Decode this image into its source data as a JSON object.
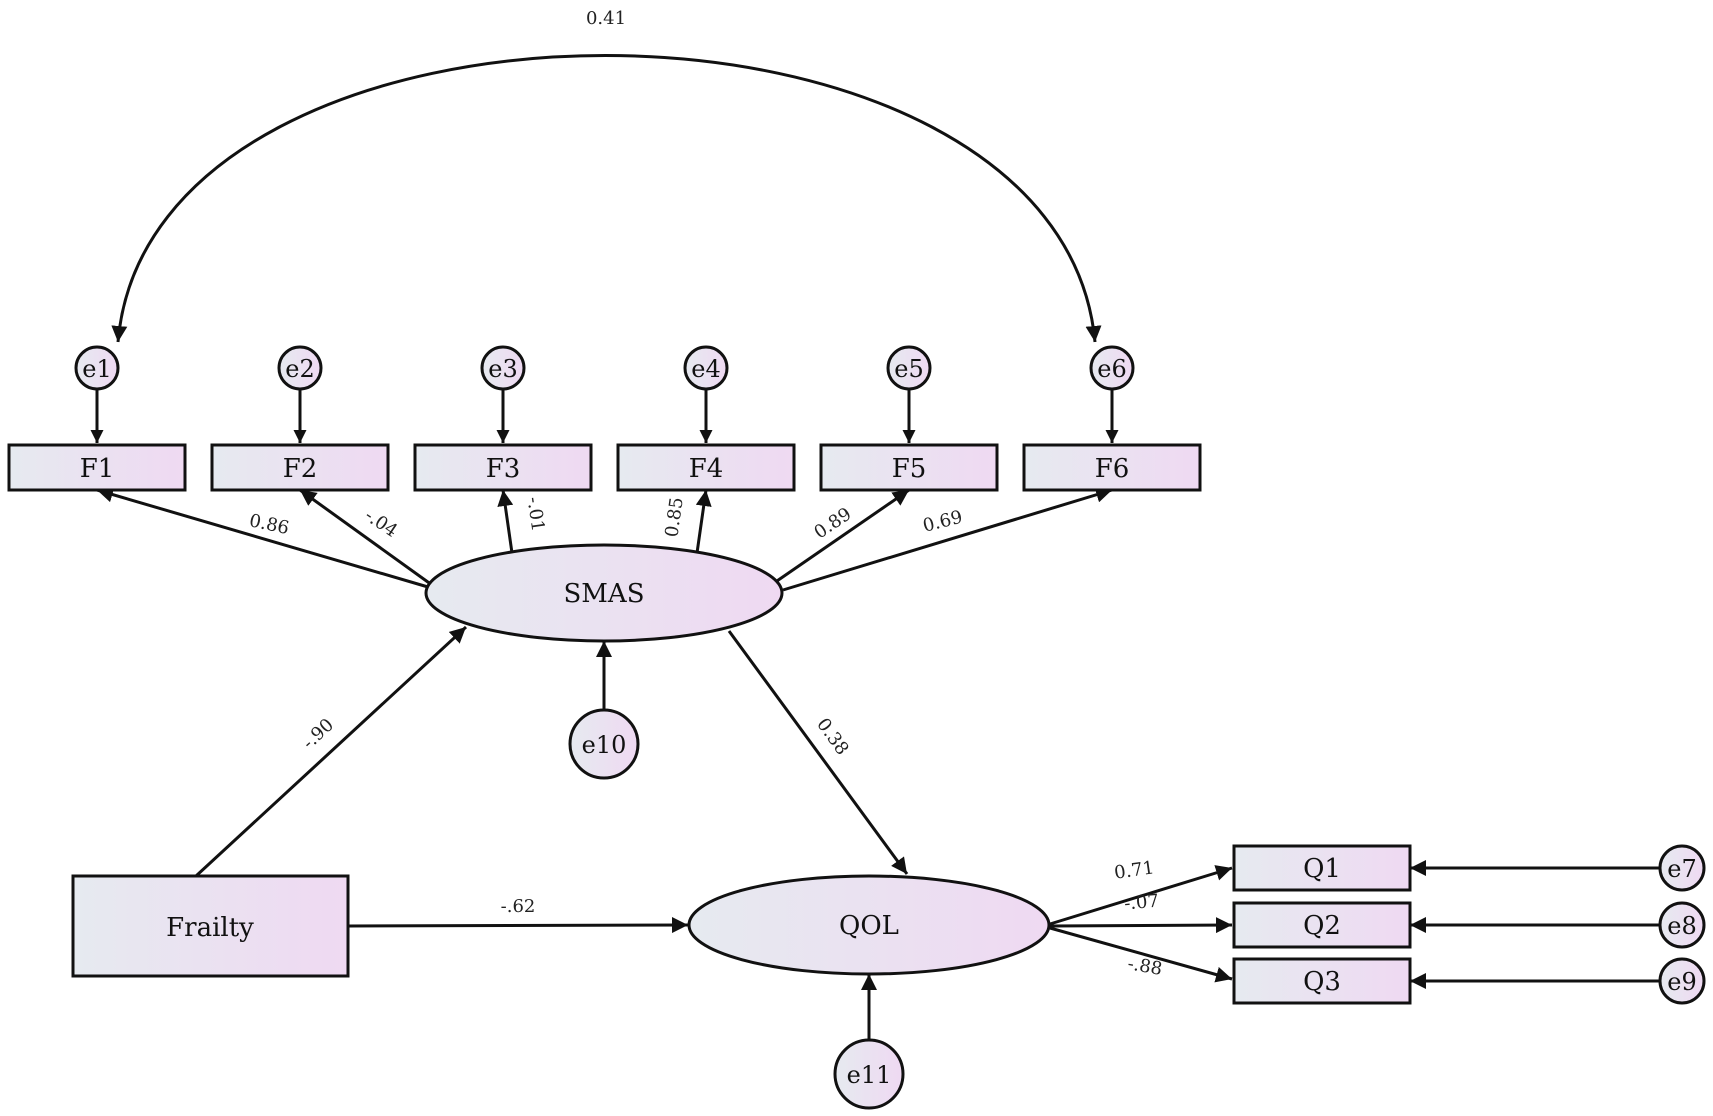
{
  "observed": {
    "F1": "F1",
    "F2": "F2",
    "F3": "F3",
    "F4": "F4",
    "F5": "F5",
    "F6": "F6",
    "Q1": "Q1",
    "Q2": "Q2",
    "Q3": "Q3",
    "Frailty": "Frailty"
  },
  "latent": {
    "SMAS": "SMAS",
    "QOL": "QOL"
  },
  "errors": {
    "e1": "e1",
    "e2": "e2",
    "e3": "e3",
    "e4": "e4",
    "e5": "e5",
    "e6": "e6",
    "e7": "e7",
    "e8": "e8",
    "e9": "e9",
    "e10": "e10",
    "e11": "e11"
  },
  "coefficients": {
    "e1_e6": "0.41",
    "SMAS_F1": "0.86",
    "SMAS_F2": "-.04",
    "SMAS_F3": "-.01",
    "SMAS_F4": "0.85",
    "SMAS_F5": "0.89",
    "SMAS_F6": "0.69",
    "Frailty_SMAS": "-.90",
    "SMAS_QOL": "0.38",
    "Frailty_QOL": "-.62",
    "QOL_Q1": "0.71",
    "QOL_Q2": "-.07",
    "QOL_Q3": "-.88"
  },
  "colors": {
    "gradient_start": "#e6eaf0",
    "gradient_end": "#efd9f2",
    "line": "#111111"
  }
}
